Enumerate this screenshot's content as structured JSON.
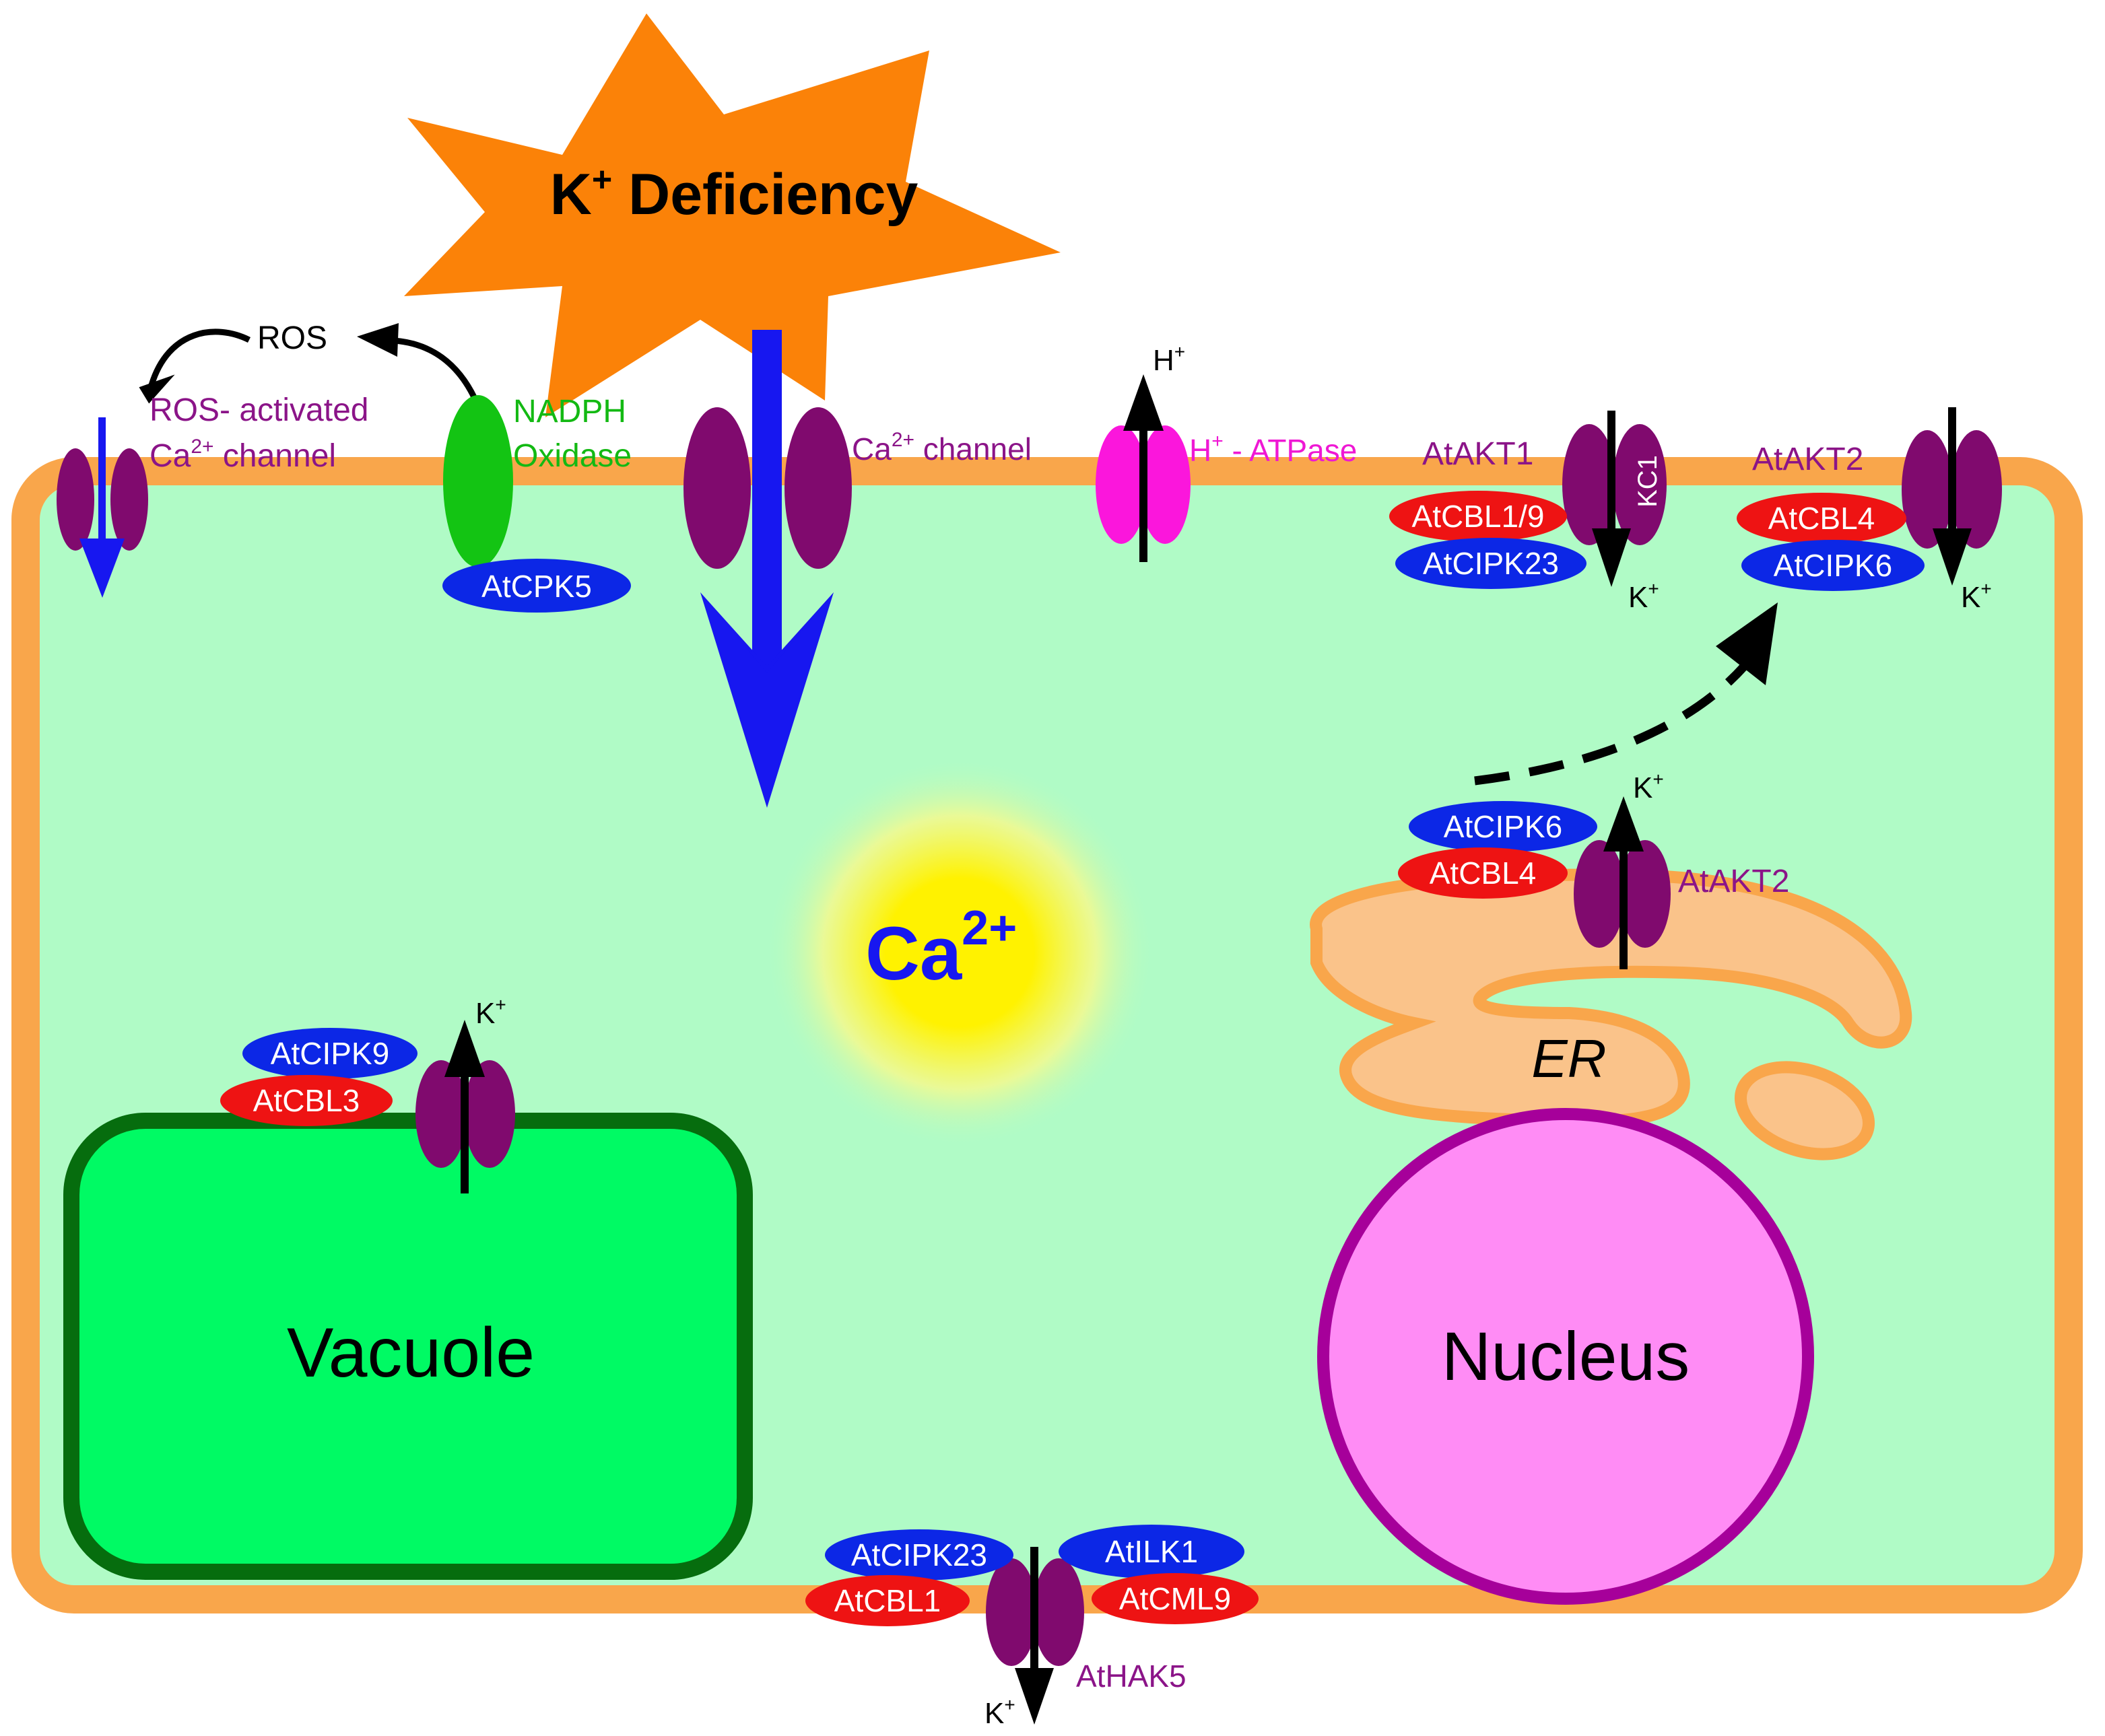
{
  "title": {
    "base": "K",
    "sup": "+",
    "rest": " Deficiency"
  },
  "ros": "ROS",
  "ros_channel": {
    "line1": "ROS- activated",
    "line2_base": "Ca",
    "line2_sup": "2+",
    "line2_rest": " channel"
  },
  "nadph": {
    "line1": "NADPH",
    "line2": "Oxidase"
  },
  "ca_channel": {
    "base": "Ca",
    "sup": "2+",
    "rest": " channel"
  },
  "h_atpase": {
    "base": "H",
    "sup": "+",
    "rest": " - ATPase"
  },
  "h_ion": {
    "base": "H",
    "sup": "+"
  },
  "k_ion": {
    "base": "K",
    "sup": "+"
  },
  "cytosol_ca": {
    "base": "Ca",
    "sup": "2+"
  },
  "labels": {
    "cpk5": "AtCPK5",
    "akt1": "AtAKT1",
    "kc1": "KC1",
    "cbl19": "AtCBL1/9",
    "cipk23_top": "AtCIPK23",
    "akt2_top": "AtAKT2",
    "cbl4_top": "AtCBL4",
    "cipk6_top": "AtCIPK6",
    "cipk6_er": "AtCIPK6",
    "cbl4_er": "AtCBL4",
    "akt2_er": "AtAKT2",
    "er": "ER",
    "cipk9": "AtCIPK9",
    "cbl3": "AtCBL3",
    "vacuole": "Vacuole",
    "nucleus": "Nucleus",
    "cipk23_bottom": "AtCIPK23",
    "cbl1_bottom": "AtCBL1",
    "ilk1": "AtILK1",
    "cml9": "AtCML9",
    "hak5": "AtHAK5"
  },
  "colors": {
    "cell_wall": "#f9a64b",
    "cytoplasm": "#b0fbc6",
    "vacuole": "#00fa64",
    "vacuole_border": "#066d0e",
    "nucleus": "#ff8cf5",
    "nucleus_border": "#a6009a",
    "er": "#fac38a",
    "channel": "#800a6e",
    "cbl": "#ee1313",
    "cipk": "#0c27e6",
    "nadph": "#13c413",
    "atpase": "#fb16dc",
    "star": "#fb8208",
    "influx_arrow": "#1717f0",
    "ca_glow": "#fff200",
    "purple_text": "#8b1488",
    "green_text": "#13b913",
    "pink_text": "#ef18d4"
  }
}
